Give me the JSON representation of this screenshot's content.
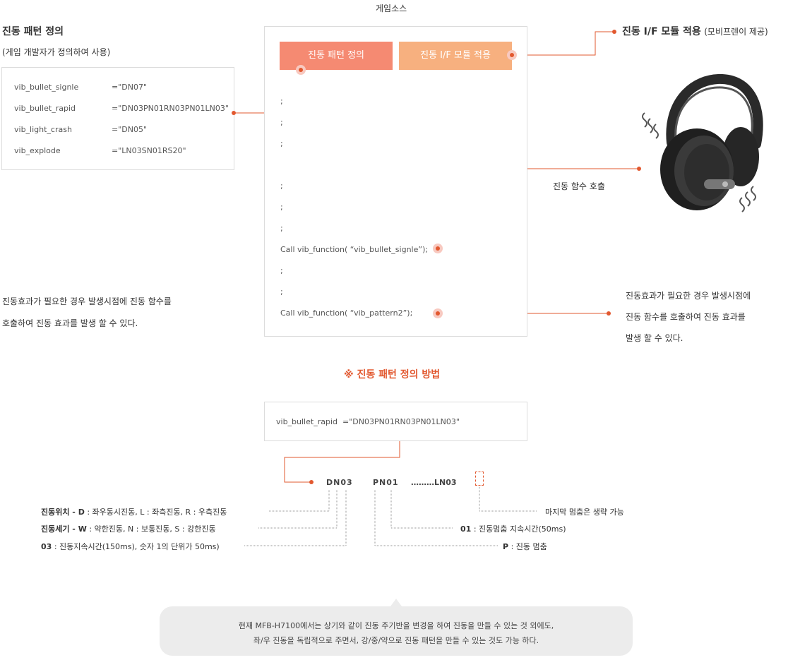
{
  "header": {
    "source_label": "게임소스"
  },
  "left_block": {
    "title": "진동 패턴 정의",
    "subtitle": "(게임 개발자가 정의하여 사용)",
    "defs": [
      {
        "name": "vib_bullet_signle",
        "value": "=\"DN07\""
      },
      {
        "name": "vib_bullet_rapid",
        "value": "=\"DN03PN01RN03PN01LN03\""
      },
      {
        "name": "vib_light_crash",
        "value": "=\"DN05\""
      },
      {
        "name": "vib_explode",
        "value": "=\"LN03SN01RS20\""
      }
    ],
    "note_line1": "진동효과가 필요한 경우 발생시점에 진동 함수를",
    "note_line2": "호출하여 진동 효과를 발생 할 수 있다."
  },
  "center_block": {
    "btn_define": "진동 패턴 정의",
    "btn_apply": "진동 I/F 모듈 적용",
    "code_lines": [
      ";",
      ";",
      ";",
      ";",
      ";",
      ";",
      "Call vib_function( “vib_bullet_signle”);",
      ";",
      ";",
      "Call vib_function( “vib_pattern2”);"
    ]
  },
  "right_block": {
    "title_bold": "진동 I/F 모듈 적용",
    "title_rest": "(모비프렌이 제공)",
    "call_label": "진동 함수 호출",
    "note_line1": "진동효과가 필요한 경우 발생시점에",
    "note_line2": "진동 함수를 호출하여 진동 효과를",
    "note_line3": "발생 할 수 있다."
  },
  "method": {
    "title": "※ 진동 패턴 정의 방법",
    "example_name": "vib_bullet_rapid",
    "example_value": "=\"DN03PN01RN03PN01LN03\"",
    "token1": "DN03",
    "token2": "PN01",
    "token3": "………LN03",
    "label_position_bold": "진동위치 - D",
    "label_position_rest": ": 좌우동시진동, L : 좌측진동, R : 우측진동",
    "label_strength_bold": "진동세기 - W",
    "label_strength_rest": ": 약한진동, N : 보통진동, S : 강한진동",
    "label_duration_bold": "03",
    "label_duration_rest": ": 진동지속시간(150ms), 숫자 1의 단위가 50ms)",
    "label_last": "마지막 멈춤은 생략 가능",
    "label_stop_time_bold": "01",
    "label_stop_time_rest": ": 진동멈춤 지속시간(50ms)",
    "label_stop_bold": "P",
    "label_stop_rest": ": 진동 멈춤"
  },
  "info_bubble": {
    "line1": "현재 MFB-H7100에서는 상기와 같이 진동 주기반을 변경을 하여 진동을 만들 수 있는 것 외에도,",
    "line2": "좌/우 진동을 독립적으로 주면서, 강/중/약으로 진동 패턴을 만들 수 있는 것도 가능 하다."
  },
  "colors": {
    "accent": "#e2582f",
    "btn_define": "#f58a72",
    "btn_apply": "#f7b07f",
    "line": "#e2582f"
  }
}
